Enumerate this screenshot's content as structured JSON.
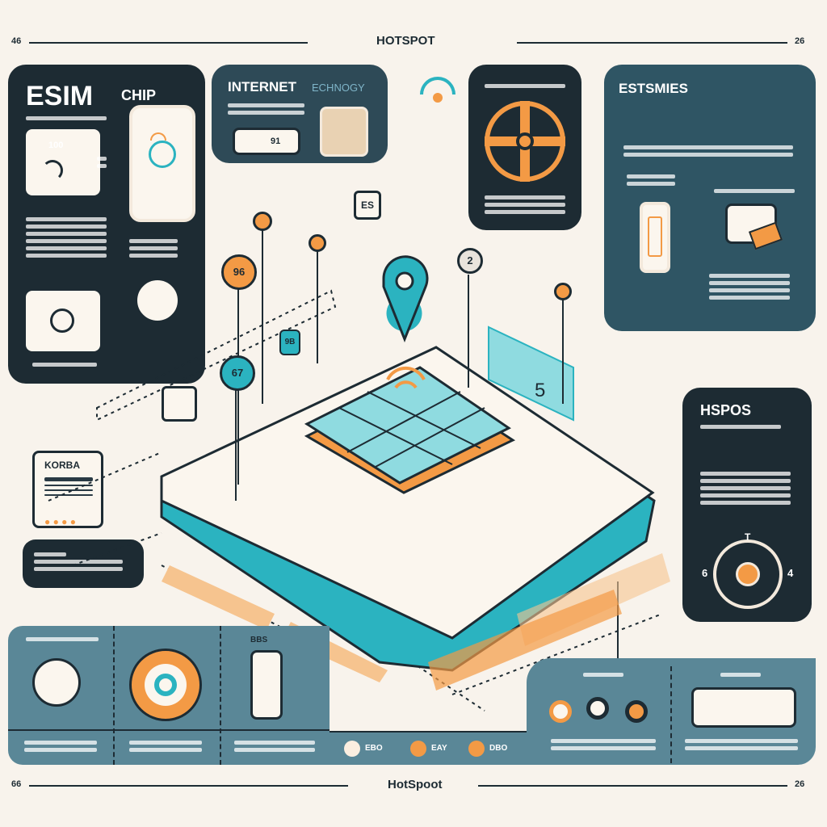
{
  "header": {
    "left_number": "46",
    "title": "HOTSPOT",
    "right_number": "26"
  },
  "footer": {
    "left_number": "66",
    "title": "HotSpoot",
    "right_number": "26"
  },
  "esim_panel": {
    "title": "ESIM",
    "subtitle": "CHIP",
    "card_value": "100"
  },
  "internet_panel": {
    "title": "INTERNET",
    "title_suffix": "ECHNOGY",
    "card_value": "91"
  },
  "estsmies_panel": {
    "title": "ESTSMIES"
  },
  "hspos_panel": {
    "title": "HSPOS",
    "dial_left": "6",
    "dial_right": "4",
    "dial_top": "T"
  },
  "korea_card": {
    "title": "KORBA"
  },
  "map": {
    "markers": [
      "96",
      "67",
      "2",
      "ES",
      "5",
      "9B"
    ],
    "phone_label": "BBS"
  },
  "legend": {
    "items": [
      {
        "label": "EBO",
        "color": "#fbeee0"
      },
      {
        "label": "EAY",
        "color": "#f39a45"
      },
      {
        "label": "DBO",
        "color": "#f39a45"
      }
    ]
  },
  "colors": {
    "navy": "#1d2b33",
    "slate": "#2f5564",
    "steel": "#5a8797",
    "teal": "#2bb3c0",
    "orange": "#f39a45",
    "cream": "#f8f3ec"
  }
}
